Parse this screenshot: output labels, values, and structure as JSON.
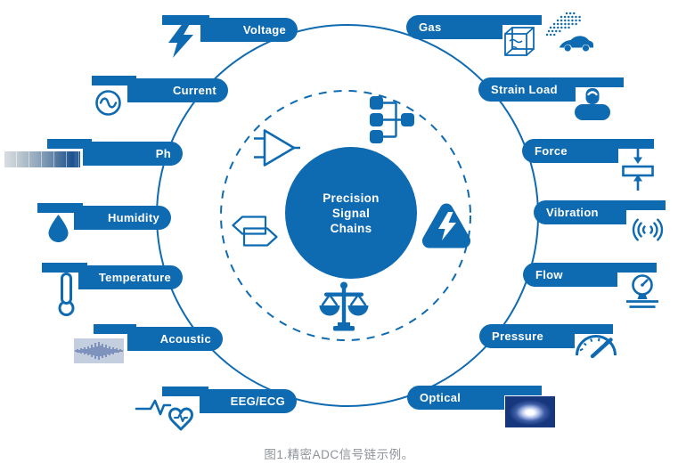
{
  "diagram": {
    "title_lines": [
      "Precision",
      "Signal",
      "Chains"
    ],
    "caption": "图1.精密ADC信号链示例。",
    "colors": {
      "primary_blue": "#0e6ab1",
      "optical_navy": "#16377e",
      "caption_gray": "#8d9298",
      "label_text": "#ffffff"
    },
    "sensors": {
      "left": [
        {
          "label": "Voltage",
          "icon": "lightning-bolt-icon"
        },
        {
          "label": "Current",
          "icon": "ac-sine-icon"
        },
        {
          "label": "Ph",
          "icon": "ph-strip-icon"
        },
        {
          "label": "Humidity",
          "icon": "water-drop-icon"
        },
        {
          "label": "Temperature",
          "icon": "thermometer-icon"
        },
        {
          "label": "Acoustic",
          "icon": "audio-waveform-icon"
        },
        {
          "label": "EEG/ECG",
          "icon": "heart-pulse-icon"
        }
      ],
      "right": [
        {
          "label": "Gas",
          "icon": "gas-cube-and-car-icon"
        },
        {
          "label": "Strain Load",
          "icon": "weight-icon"
        },
        {
          "label": "Force",
          "icon": "compression-arrows-icon"
        },
        {
          "label": "Vibration",
          "icon": "vibration-waves-icon"
        },
        {
          "label": "Flow",
          "icon": "flow-gauge-icon"
        },
        {
          "label": "Pressure",
          "icon": "speedometer-icon"
        },
        {
          "label": "Optical",
          "icon": "light-burst-icon"
        }
      ]
    },
    "core_icons": [
      "amplifier-icon",
      "mux-icon",
      "compare-tags-icon",
      "power-warning-icon",
      "balance-scale-icon"
    ]
  }
}
